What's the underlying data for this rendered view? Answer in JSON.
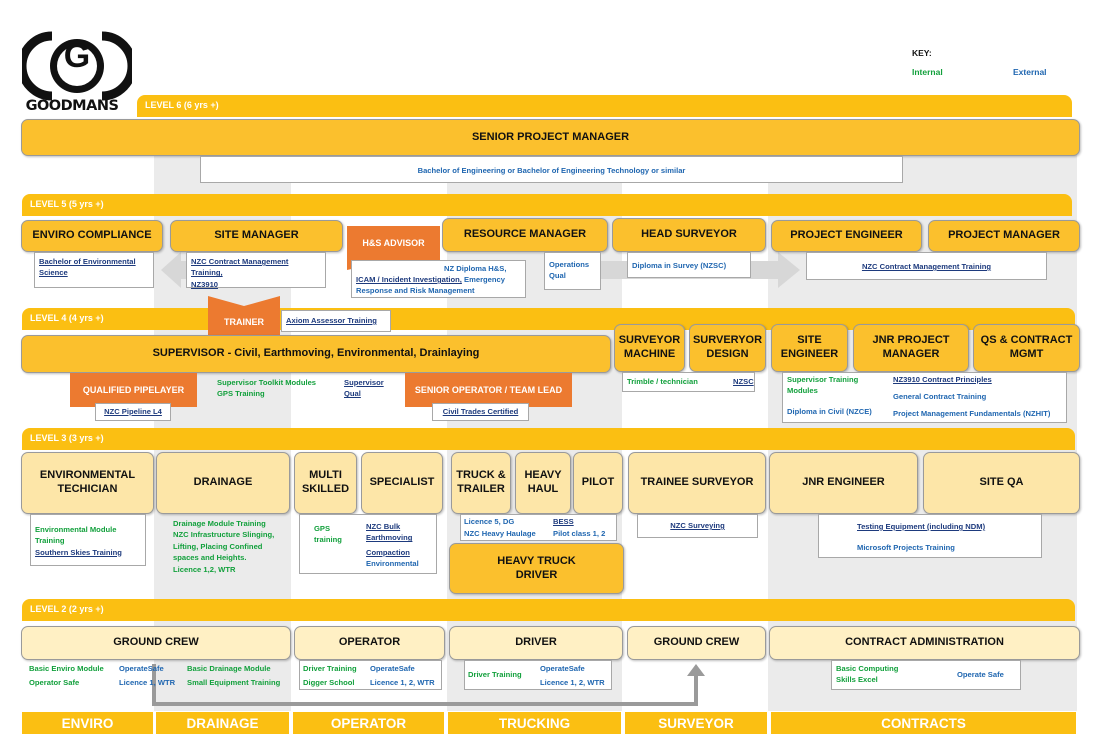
{
  "logo": {
    "letter": "G",
    "name": "GOODMANS"
  },
  "key": {
    "title": "KEY:",
    "internal": "Internal",
    "external": "External",
    "internal_color": "#12a03c",
    "external_color": "#1f66b0"
  },
  "levels": {
    "l6": "LEVEL 6 (6 yrs +)",
    "l5": "LEVEL 5 (5 yrs +)",
    "l4": "LEVEL 4 (4 yrs +)",
    "l3": "LEVEL 3 (3 yrs +)",
    "l2": "LEVEL 2 (2 yrs +)"
  },
  "l6": {
    "spm": "SENIOR PROJECT MANAGER",
    "degree": "Bachelor of Engineering or Bachelor of Engineering Technology or similar"
  },
  "l5": {
    "enviro": "ENVIRO COMPLIANCE",
    "enviro_t": "Bachelor of Environmental Science",
    "site": "SITE MANAGER",
    "site_t1": "NZC Contract Management Training,",
    "site_t2": "NZ3910",
    "hs": "H&S ADVISOR",
    "hs_t1": "ICAM / Incident Investigation,",
    "hs_t2": "Emergency Response and Risk Management",
    "hs_t3": "NZ Diploma H&S,",
    "resource": "RESOURCE MANAGER",
    "resource_t": "Operations Qual",
    "head": "HEAD SURVEYOR",
    "head_t": "Diploma in Survey (NZSC)",
    "pe": "PROJECT ENGINEER",
    "pm": "PROJECT MANAGER",
    "pe_t": "NZC Contract Management Training"
  },
  "l4": {
    "trainer": "TRAINER",
    "axiom": "Axiom Assessor Training",
    "supervisor": "SUPERVISOR - Civil, Earthmoving, Environmental, Drainlaying",
    "pipelayer": "QUALIFIED PIPELAYER",
    "pipe_t": "NZC Pipeline L4",
    "sup_t1": "Supervisor Toolkit Modules",
    "sup_t2": "GPS Training",
    "sup_t3": "Supervisor Qual",
    "senior": "SENIOR OPERATOR / TEAM LEAD",
    "senior_t": "Civil Trades Certified",
    "surv_m": "SURVEYOR MACHINE",
    "surv_d": "SURVERYOR DESIGN",
    "surv_t1": "Trimble / technician",
    "surv_t2": "NZSC",
    "site_eng": "SITE ENGINEER",
    "jnr_pm": "JNR PROJECT MANAGER",
    "qs": "QS & CONTRACT MGMT",
    "eng_t1": "Supervisor Training Modules",
    "eng_t2": "Diploma in Civil (NZCE)",
    "eng_t3": "NZ3910 Contract Principles",
    "eng_t4": "General Contract Training",
    "eng_t5": "Project Management Fundamentals (NZHIT)"
  },
  "l3": {
    "env": "ENVIRONMENTAL TECHICIAN",
    "env_t1": "Environmental Module Training",
    "env_t2": "Southern Skies Training",
    "drain": "DRAINAGE",
    "drain_t": "Drainage Module Training NZC Infrastructure Slinging, Lifting, Placing Confined spaces and Heights. Licence 1,2, WTR",
    "multi": "MULTI SKILLED",
    "multi_t": "GPS training",
    "spec": "SPECIALIST",
    "spec_t1": "NZC Bulk Earthmoving",
    "spec_t2": "Compaction",
    "spec_t3": "Environmental",
    "truck": "TRUCK & TRAILER",
    "haul": "HEAVY HAUL",
    "pilot": "PILOT",
    "truck_t1": "Licence 5, DG",
    "truck_t2": "NZC Heavy Haulage",
    "truck_t3": "BESS",
    "truck_t4": "Pilot class 1, 2",
    "htd": "HEAVY TRUCK DRIVER",
    "trainee": "TRAINEE SURVEYOR",
    "trainee_t": "NZC Surveying",
    "jnr_eng": "JNR ENGINEER",
    "qa": "SITE QA",
    "eng_t1": "Testing Equipment (including NDM)",
    "eng_t2": "Microsoft Projects Training"
  },
  "l2": {
    "gc": "GROUND CREW",
    "gc_t1": "Basic Enviro Module",
    "gc_t2": "Operator Safe",
    "gc_t3": "OperateSafe",
    "gc_t4": "Licence 1, WTR",
    "gc_t5": "Basic Drainage Module",
    "gc_t6": "Small Equipment Training",
    "op": "OPERATOR",
    "op_t1": "Driver Training",
    "op_t2": "Digger School",
    "op_t3": "OperateSafe",
    "op_t4": "Licence 1, 2, WTR",
    "drv": "DRIVER",
    "drv_t1": "Driver Training",
    "drv_t2": "OperateSafe",
    "drv_t3": "Licence 1, 2, WTR",
    "gc2": "GROUND CREW",
    "ca": "CONTRACT ADMINISTRATION",
    "ca_t1": "Basic Computing Skills Excel",
    "ca_t2": "Operate Safe"
  },
  "footer": [
    "ENVIRO",
    "DRAINAGE",
    "OPERATOR",
    "TRUCKING",
    "SURVEYOR",
    "CONTRACTS"
  ]
}
